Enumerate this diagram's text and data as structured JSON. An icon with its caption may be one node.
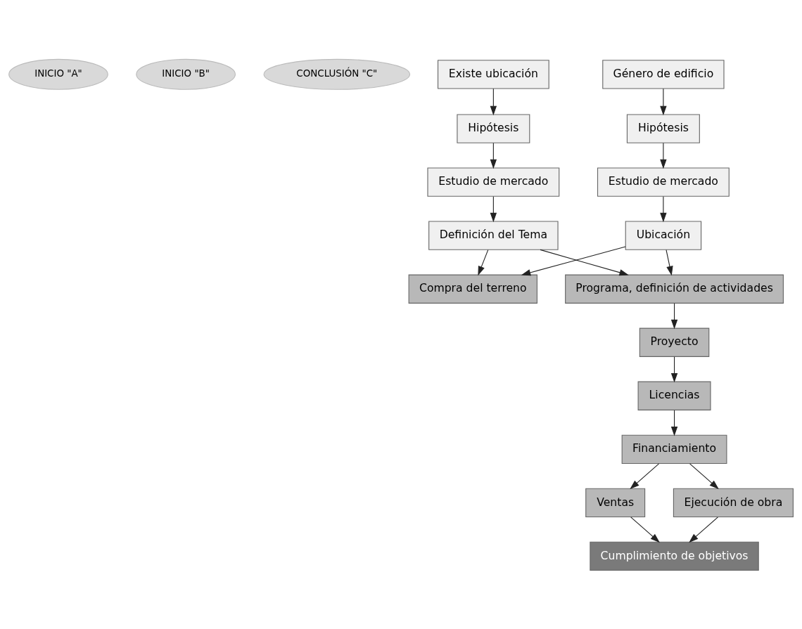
{
  "diagram": {
    "nodes": [
      {
        "text": [
          "INICIO \"A\""
        ]
      },
      {
        "text": [
          "INICIO \"B\""
        ]
      },
      {
        "text": [
          "CONCLUSIÓN \"C\""
        ]
      },
      {
        "text": [
          "Existe ubicación"
        ]
      },
      {
        "text": [
          "Hipótesis"
        ]
      },
      {
        "text": [
          "Estudio de mercado"
        ]
      },
      {
        "text": [
          "Definición del Tema"
        ]
      },
      {
        "text": [
          "Género de edificio"
        ]
      },
      {
        "text": [
          "Hipótesis"
        ]
      },
      {
        "text": [
          "Estudio de mercado"
        ]
      },
      {
        "text": [
          "Ubicación"
        ]
      },
      {
        "text": [
          "Compra del terreno"
        ]
      },
      {
        "text": [
          "Programa, definición de actividades"
        ]
      },
      {
        "text": [
          "Proyecto"
        ]
      },
      {
        "text": [
          "Licencias"
        ]
      },
      {
        "text": [
          "Financiamiento"
        ]
      },
      {
        "text": [
          "Ventas"
        ]
      },
      {
        "text": [
          "Ejecución de obra"
        ]
      },
      {
        "text": [
          "Cumplimiento de objetivos"
        ]
      }
    ],
    "edges": [
      {
        "from": 3,
        "to": 4,
        "arrow": "to"
      },
      {
        "from": 4,
        "to": 5,
        "arrow": "to"
      },
      {
        "from": 5,
        "to": 6,
        "arrow": "to"
      },
      {
        "from": 7,
        "to": 8,
        "arrow": "to"
      },
      {
        "from": 8,
        "to": 9,
        "arrow": "to"
      },
      {
        "from": 9,
        "to": 10,
        "arrow": "to"
      },
      {
        "from": 6,
        "to": 11,
        "arrow": "to"
      },
      {
        "from": 10,
        "to": 11,
        "arrow": "to"
      },
      {
        "from": 6,
        "to": 12,
        "arrow": "to"
      },
      {
        "from": 10,
        "to": 12,
        "arrow": "to"
      },
      {
        "from": 12,
        "to": 13,
        "arrow": "to"
      },
      {
        "from": 13,
        "to": 14,
        "arrow": "to"
      },
      {
        "from": 14,
        "to": 15,
        "arrow": "to"
      },
      {
        "from": 15,
        "to": 16,
        "arrow": "to"
      },
      {
        "from": 15,
        "to": 17,
        "arrow": "to"
      },
      {
        "from": 16,
        "to": 18,
        "arrow": "to"
      },
      {
        "from": 17,
        "to": 18,
        "arrow": "to"
      }
    ]
  }
}
